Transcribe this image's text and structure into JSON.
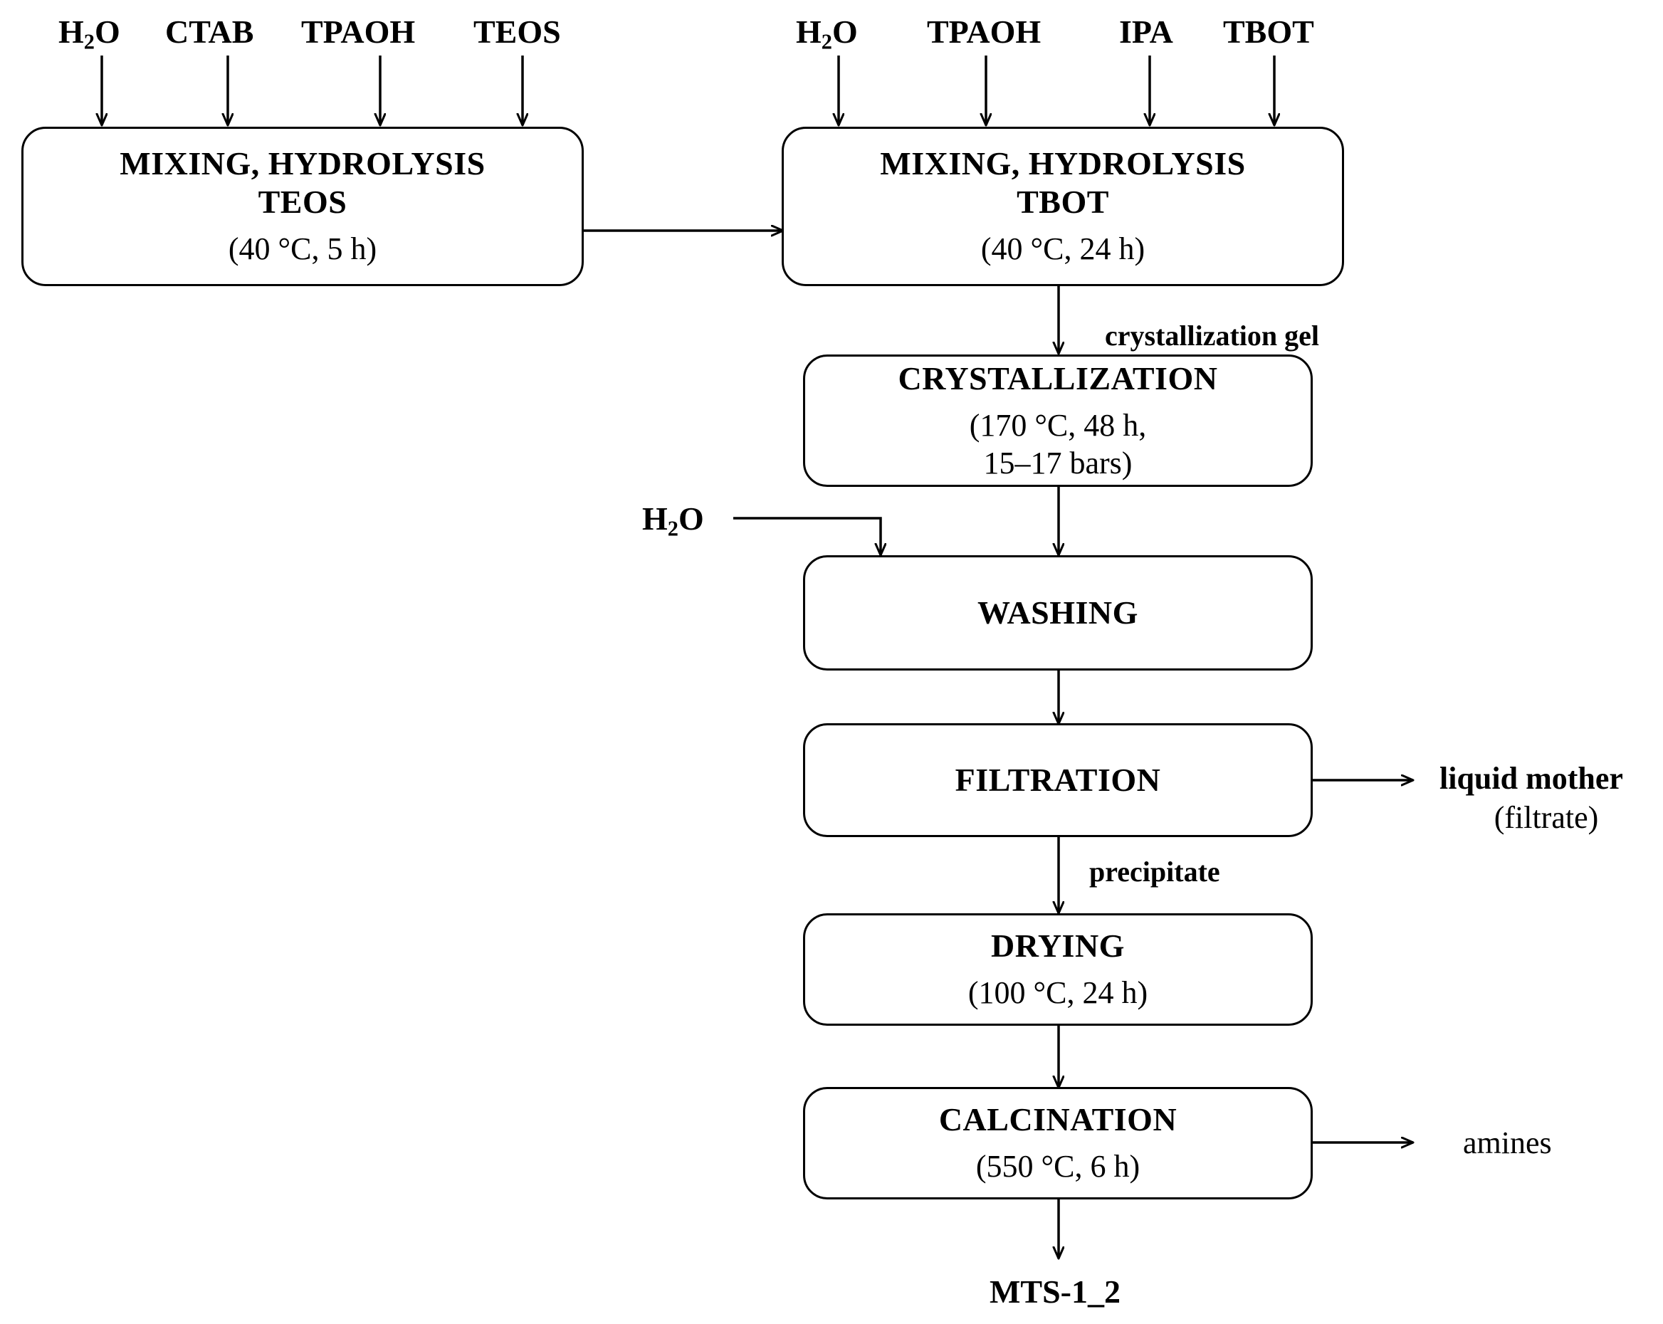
{
  "diagram": {
    "title": "Synthesis flowchart MTS-1_2",
    "background": "#ffffff",
    "line_color": "#000000"
  },
  "feeds_left": [
    {
      "label_html": "H<sub>2</sub>O",
      "text": "H2O"
    },
    {
      "label_html": "CTAB",
      "text": "CTAB"
    },
    {
      "label_html": "TPAOH",
      "text": "TPAOH"
    },
    {
      "label_html": "TEOS",
      "text": "TEOS"
    }
  ],
  "feeds_right": [
    {
      "label_html": "H<sub>2</sub>O",
      "text": "H2O"
    },
    {
      "label_html": "TPAOH",
      "text": "TPAOH"
    },
    {
      "label_html": "IPA",
      "text": "IPA"
    },
    {
      "label_html": "TBOT",
      "text": "TBOT"
    }
  ],
  "feed_wash": {
    "label_html": "H<sub>2</sub>O",
    "text": "H2O"
  },
  "nodes": {
    "mixing_teos": {
      "title": "MIXING, HYDROLYSIS\nTEOS",
      "sub": "(40 °C, 5 h)"
    },
    "mixing_tbot": {
      "title": "MIXING, HYDROLYSIS\nTBOT",
      "sub": "(40 °C, 24 h)"
    },
    "crystallization": {
      "title": "CRYSTALLIZATION",
      "sub": "(170 °C, 48 h,\n15–17 bars)"
    },
    "washing": {
      "title": "WASHING",
      "sub": ""
    },
    "filtration": {
      "title": "FILTRATION",
      "sub": ""
    },
    "drying": {
      "title": "DRYING",
      "sub": "(100 °C, 24 h)"
    },
    "calcination": {
      "title": "CALCINATION",
      "sub": "(550 °C, 6 h)"
    }
  },
  "edge_labels": {
    "crystallization_gel": "crystallization gel",
    "precipitate": "precipitate"
  },
  "outputs": {
    "filtrate_line1": "liquid mother",
    "filtrate_line2": "(filtrate)",
    "amines": "amines"
  },
  "product": {
    "label": "MTS-1_2"
  }
}
